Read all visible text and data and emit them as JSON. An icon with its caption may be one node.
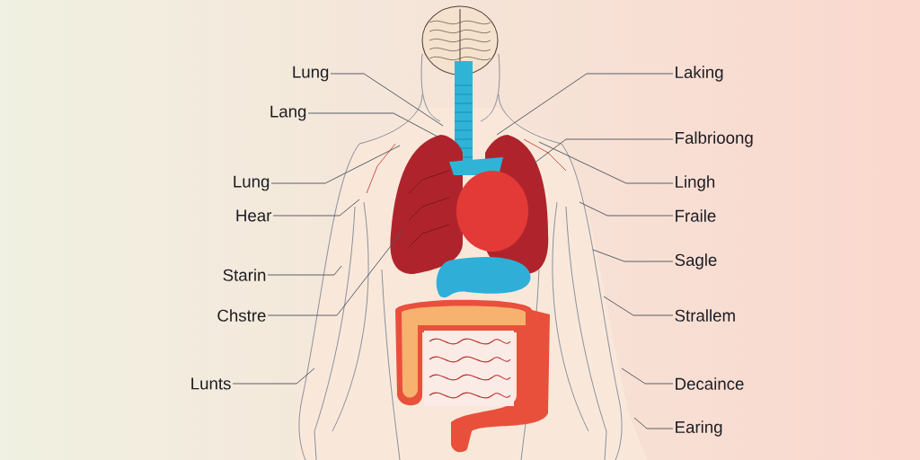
{
  "diagram": {
    "nodes": [
      {
        "text": [
          "Lung"
        ]
      },
      {
        "text": [
          "Lang"
        ]
      },
      {
        "text": [
          "Lung"
        ]
      },
      {
        "text": [
          "Hear"
        ]
      },
      {
        "text": [
          "Starin"
        ]
      },
      {
        "text": [
          "Chstre"
        ]
      },
      {
        "text": [
          "Lunts"
        ]
      },
      {
        "text": [
          "Laking"
        ]
      },
      {
        "text": [
          "Falbrioong"
        ]
      },
      {
        "text": [
          "Lingh"
        ]
      },
      {
        "text": [
          "Fraile"
        ]
      },
      {
        "text": [
          "Sagle"
        ]
      },
      {
        "text": [
          "Strallem"
        ]
      },
      {
        "text": [
          "Decaince"
        ]
      },
      {
        "text": [
          "Earing"
        ]
      }
    ],
    "edges": [
      {
        "from": 0,
        "to": null,
        "arrow": "none"
      },
      {
        "from": 1,
        "to": null,
        "arrow": "none"
      },
      {
        "from": 2,
        "to": null,
        "arrow": "none"
      },
      {
        "from": 3,
        "to": null,
        "arrow": "none"
      },
      {
        "from": 4,
        "to": null,
        "arrow": "none"
      },
      {
        "from": 5,
        "to": null,
        "arrow": "none"
      },
      {
        "from": 6,
        "to": null,
        "arrow": "none"
      },
      {
        "from": 7,
        "to": null,
        "arrow": "none"
      },
      {
        "from": 8,
        "to": null,
        "arrow": "none"
      },
      {
        "from": 9,
        "to": null,
        "arrow": "none"
      },
      {
        "from": 10,
        "to": null,
        "arrow": "none"
      },
      {
        "from": 11,
        "to": null,
        "arrow": "none"
      },
      {
        "from": 12,
        "to": null,
        "arrow": "none"
      },
      {
        "from": 13,
        "to": null,
        "arrow": "none"
      },
      {
        "from": 14,
        "to": null,
        "arrow": "none"
      }
    ]
  }
}
